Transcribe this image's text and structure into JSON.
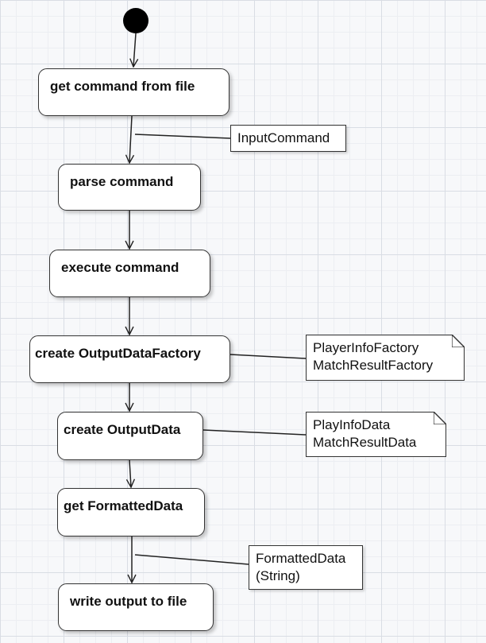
{
  "activities": [
    {
      "label": "get command from file"
    },
    {
      "label": "parse command"
    },
    {
      "label": "execute command"
    },
    {
      "label": "create OutputDataFactory"
    },
    {
      "label": "create OutputData"
    },
    {
      "label": "get FormattedData"
    },
    {
      "label": "write output to file"
    }
  ],
  "notes": [
    {
      "lines": [
        "InputCommand"
      ]
    },
    {
      "lines": [
        "PlayerInfoFactory",
        "MatchResultFactory"
      ]
    },
    {
      "lines": [
        "PlayInfoData",
        "MatchResultData"
      ]
    },
    {
      "lines": [
        "FormattedData",
        "(String)"
      ]
    }
  ],
  "colors": {
    "stroke": "#333333",
    "fill": "#ffffff",
    "start": "#000000"
  }
}
